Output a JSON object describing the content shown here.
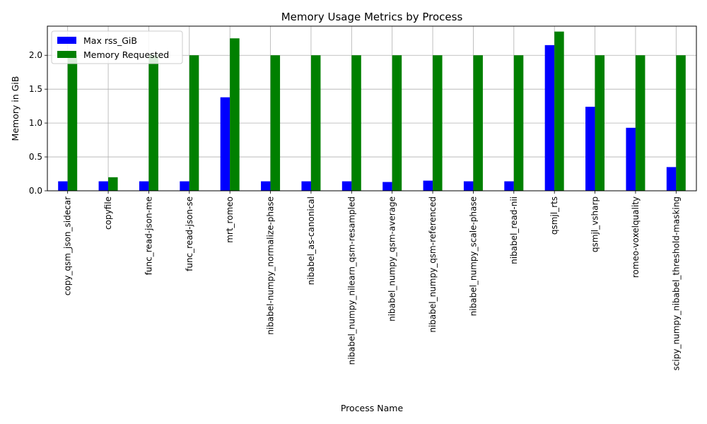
{
  "chart_data": {
    "type": "bar",
    "title": "Memory Usage Metrics by Process",
    "xlabel": "Process Name",
    "ylabel": "Memory in GiB",
    "ylim": [
      0,
      2.43
    ],
    "yticks": [
      0.0,
      0.5,
      1.0,
      1.5,
      2.0
    ],
    "grid": true,
    "legend_position": "top-left",
    "categories": [
      "copy_qsm_json_sidecar",
      "copyfile",
      "func_read-json-me",
      "func_read-json-se",
      "mrt_romeo",
      "nibabel-numpy_normalize-phase",
      "nibabel_as-canonical",
      "nibabel_numpy_nilearn_qsm-resampled",
      "nibabel_numpy_qsm-average",
      "nibabel_numpy_qsm-referenced",
      "nibabel_numpy_scale-phase",
      "nibabel_read-nii",
      "qsmjl_rts",
      "qsmjl_vsharp",
      "romeo-voxelquality",
      "scipy_numpy_nibabel_threshold-masking"
    ],
    "series": [
      {
        "name": "Max rss_GiB",
        "color": "#0000ff",
        "values": [
          0.14,
          0.14,
          0.14,
          0.14,
          1.38,
          0.14,
          0.14,
          0.14,
          0.13,
          0.15,
          0.14,
          0.14,
          2.15,
          1.24,
          0.93,
          0.35
        ]
      },
      {
        "name": "Memory Requested",
        "color": "#008000",
        "values": [
          2.0,
          0.2,
          2.0,
          2.0,
          2.25,
          2.0,
          2.0,
          2.0,
          2.0,
          2.0,
          2.0,
          2.0,
          2.35,
          2.0,
          2.0,
          2.0
        ]
      }
    ]
  }
}
